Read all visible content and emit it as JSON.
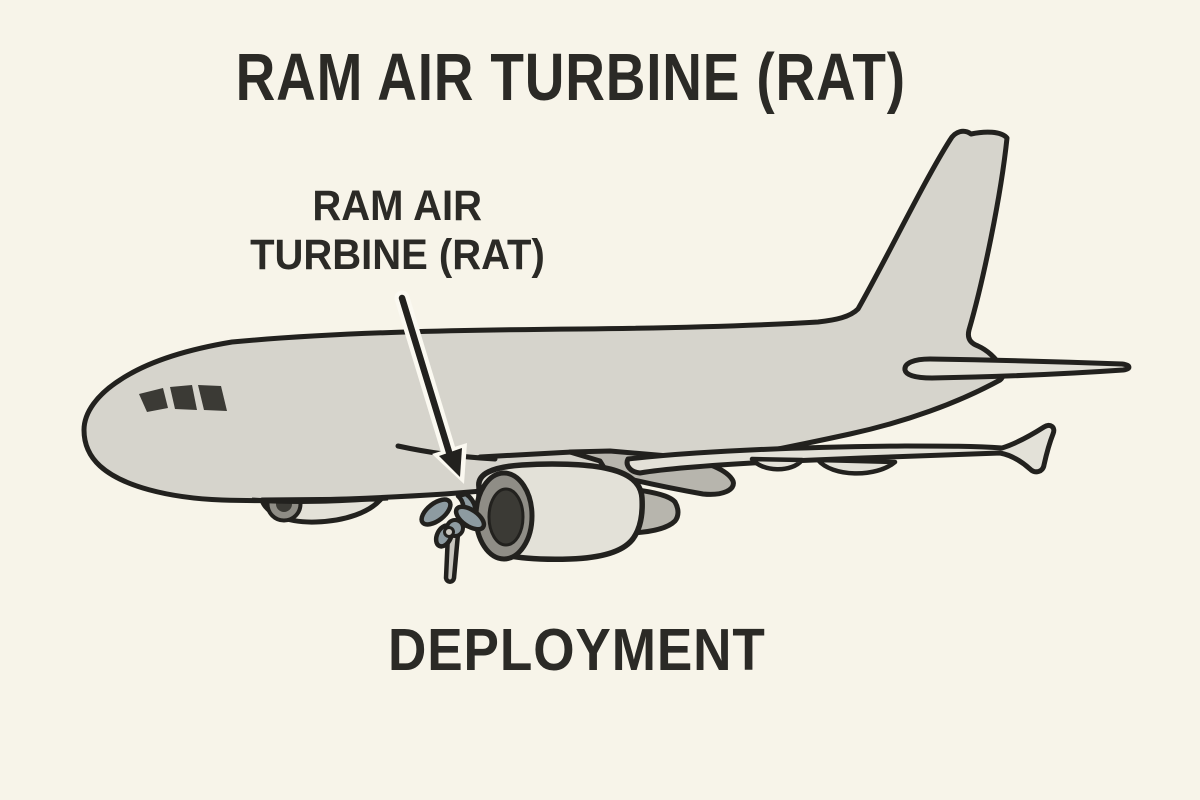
{
  "title": {
    "text": "RAM AIR TURBINE (RAT)"
  },
  "callout": {
    "line1": "RAM AIR",
    "line2": "TURBINE (RAT)"
  },
  "footer": {
    "text": "DEPLOYMENT"
  },
  "illustration": {
    "name": "airliner-side-view-with-deployed-ram-air-turbine",
    "parts": [
      "fuselage-and-vertical-stabilizer",
      "cockpit-windows",
      "horizontal-stabilizer",
      "wing-with-winglet-tip",
      "flap-track-fairings",
      "wing-root-fairing",
      "engine-nacelle",
      "engine-intake",
      "exhaust-cone",
      "ram-air-turbine-propeller",
      "rat-strut",
      "nose-gear-fairing",
      "nose-wheel",
      "callout-arrow"
    ]
  },
  "colors": {
    "background": "#f7f4e9",
    "outline": "#22211e",
    "fuselage": "#d6d4cc",
    "surface-light": "#e3e1d8",
    "shade": "#b7b5ad",
    "intake-dark": "#3b3a35",
    "rat-blade": "#8d9ba1",
    "strut": "#c9c7c0",
    "wheel": "#8f8d86",
    "text": "#2b2a26",
    "arrow-casing": "#fbf9f1"
  }
}
